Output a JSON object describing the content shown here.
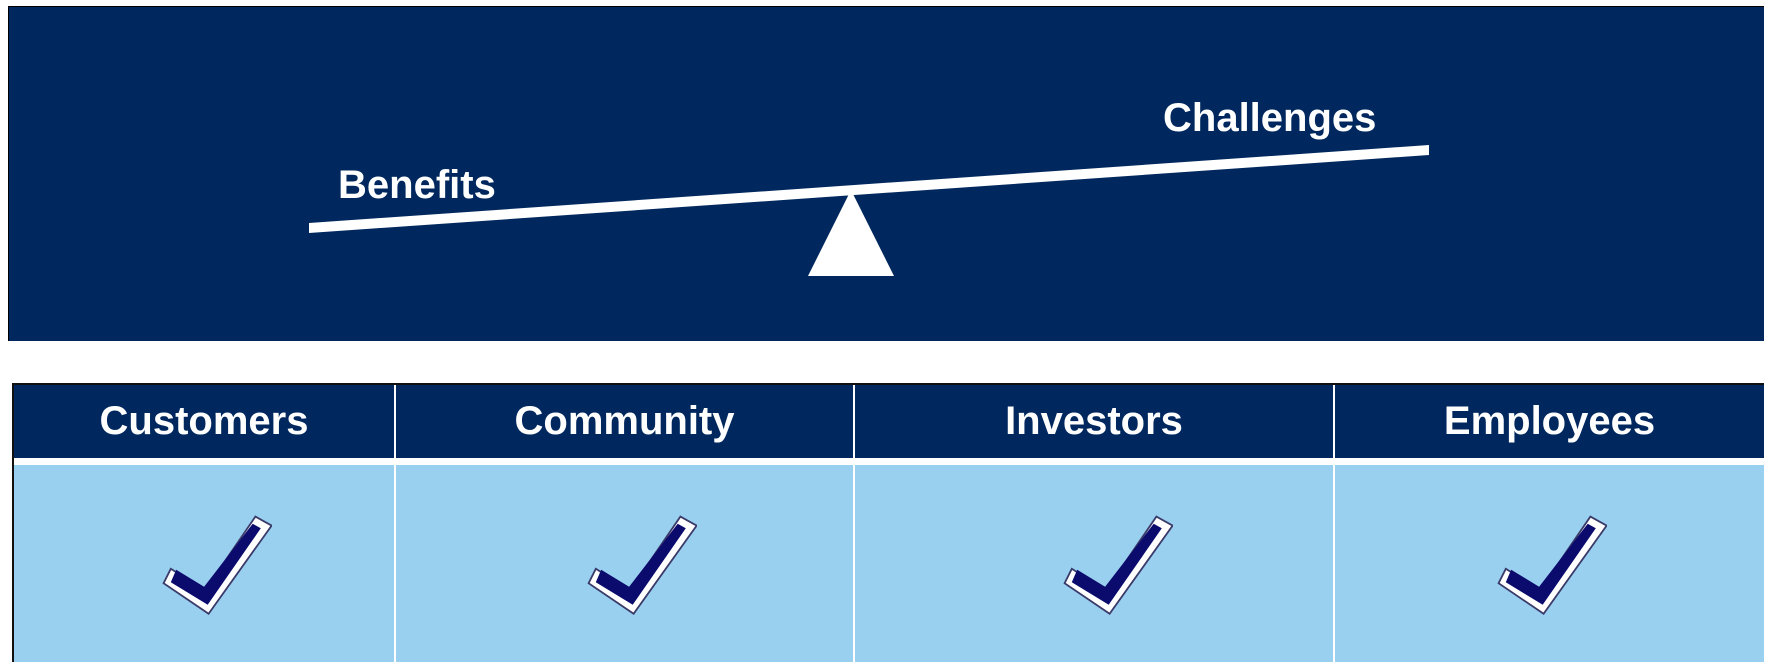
{
  "scale": {
    "left_label": "Benefits",
    "right_label": "Challenges",
    "tipped_toward": "Benefits"
  },
  "table": {
    "columns": [
      "Customers",
      "Community",
      "Investors",
      "Employees"
    ],
    "cells": [
      {
        "icon": "checkmark-icon",
        "checked": true
      },
      {
        "icon": "checkmark-icon",
        "checked": true
      },
      {
        "icon": "checkmark-icon",
        "checked": true
      },
      {
        "icon": "checkmark-icon",
        "checked": true
      }
    ]
  },
  "colors": {
    "navy": "#00285e",
    "light_blue": "#9ad0ef",
    "check_fill": "#0b0b6e",
    "white": "#ffffff"
  }
}
